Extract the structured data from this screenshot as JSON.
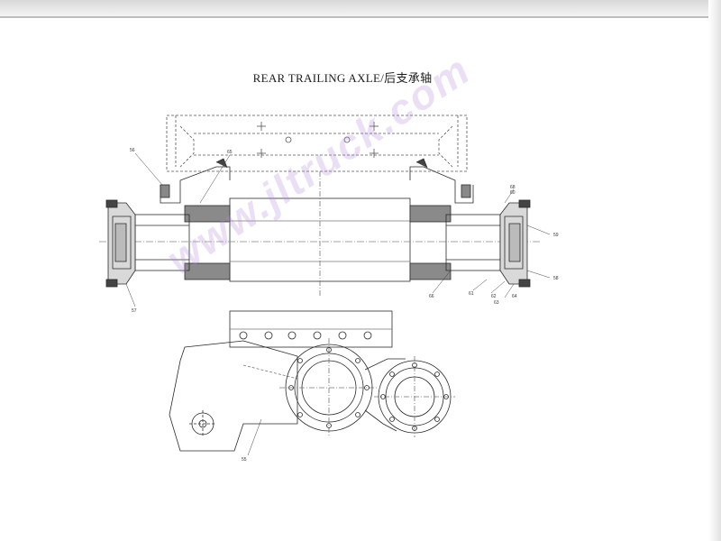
{
  "document": {
    "title": "REAR TRAILING AXLE/后支承轴"
  },
  "labels": {
    "l56": "56",
    "l65": "65",
    "l68": "68",
    "l60a": "60",
    "l59": "59",
    "l58": "58",
    "l66": "66",
    "l61": "61",
    "l62": "62",
    "l63": "63",
    "l64": "64",
    "l57": "57",
    "l55": "55"
  },
  "watermark": {
    "text": "www.jltruck.com",
    "color": "#b48cdc"
  }
}
